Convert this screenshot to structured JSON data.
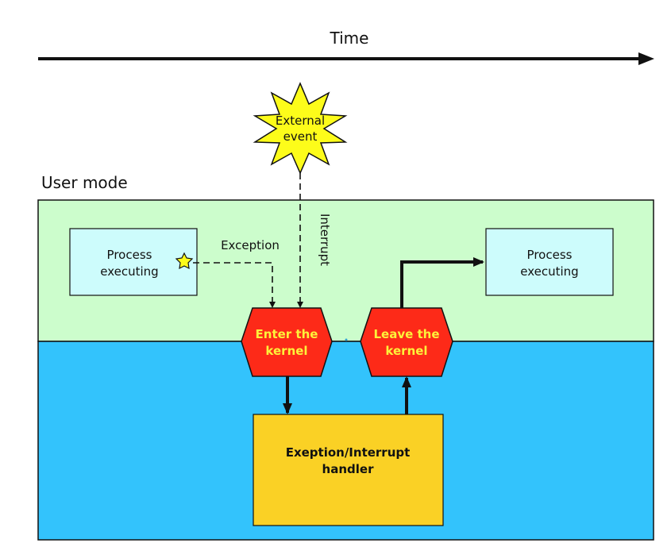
{
  "time_axis": {
    "label": "Time"
  },
  "zones": {
    "user_mode_label": "User mode"
  },
  "external_event": {
    "line1": "External",
    "line2": "event"
  },
  "process_before": {
    "line1": "Process",
    "line2": "executing"
  },
  "process_after": {
    "line1": "Process",
    "line2": "executing"
  },
  "arrows": {
    "exception_label": "Exception",
    "interrupt_label": "Interrupt"
  },
  "enter_kernel": {
    "line1": "Enter the",
    "line2": "kernel"
  },
  "leave_kernel": {
    "line1": "Leave the",
    "line2": "kernel"
  },
  "handler": {
    "line1": "Exeption/Interrupt",
    "line2": "handler"
  },
  "colors": {
    "user_zone": "#ccfdcc",
    "kernel_zone": "#33c3fc",
    "process_box": "#cdfcfc",
    "kernel_transition": "#fd2a18",
    "transition_text": "#fdf23a",
    "handler_box": "#fad125",
    "star": "#fdfc1a",
    "outline": "#111111"
  }
}
